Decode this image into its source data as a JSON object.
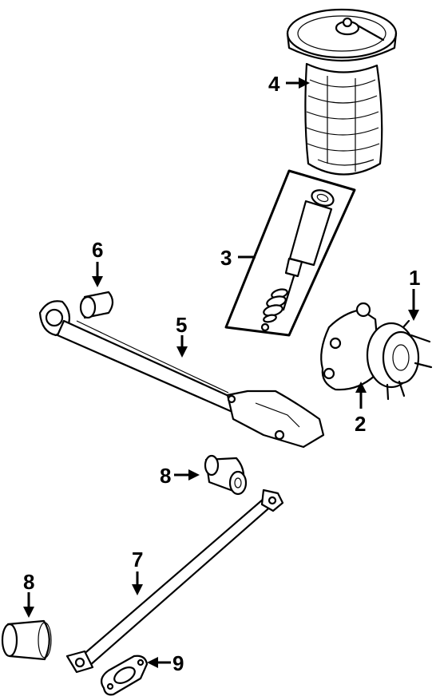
{
  "callouts": {
    "c1": "1",
    "c2": "2",
    "c3": "3",
    "c4": "4",
    "c5": "5",
    "c6": "6",
    "c7": "7",
    "c8a": "8",
    "c8b": "8",
    "c9": "9"
  },
  "parts": [
    {
      "id": "hub-bearing",
      "callout": "1"
    },
    {
      "id": "knuckle",
      "callout": "2"
    },
    {
      "id": "shock-absorber",
      "callout": "3"
    },
    {
      "id": "air-spring",
      "callout": "4"
    },
    {
      "id": "trailing-arm",
      "callout": "5"
    },
    {
      "id": "trailing-arm-bushing",
      "callout": "6"
    },
    {
      "id": "lateral-link",
      "callout": "7"
    },
    {
      "id": "link-bushing",
      "callout": "8"
    },
    {
      "id": "cam-plate",
      "callout": "9"
    }
  ]
}
